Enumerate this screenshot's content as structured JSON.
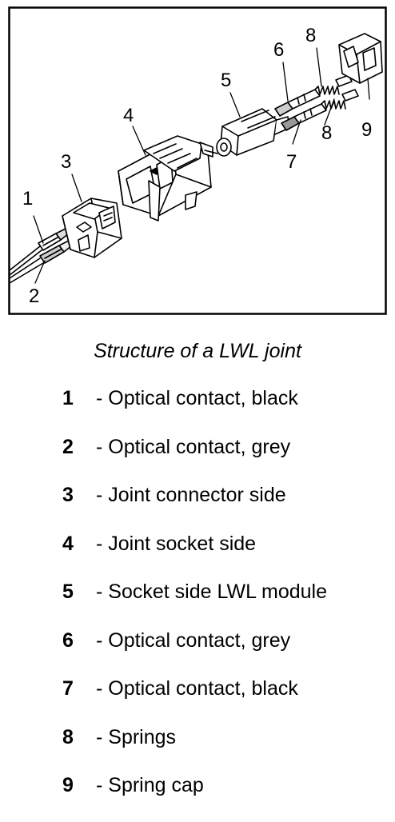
{
  "figure": {
    "callouts": [
      "1",
      "2",
      "3",
      "4",
      "5",
      "6",
      "7",
      "8",
      "8",
      "9"
    ]
  },
  "caption": "Structure of a LWL joint",
  "legend": [
    {
      "num": "1",
      "text": "- Optical contact, black"
    },
    {
      "num": "2",
      "text": "- Optical contact, grey"
    },
    {
      "num": "3",
      "text": "- Joint connector side"
    },
    {
      "num": "4",
      "text": "- Joint socket side"
    },
    {
      "num": "5",
      "text": "- Socket side LWL module"
    },
    {
      "num": "6",
      "text": "- Optical contact, grey"
    },
    {
      "num": "7",
      "text": "- Optical contact, black"
    },
    {
      "num": "8",
      "text": "- Springs"
    },
    {
      "num": "9",
      "text": "- Spring cap"
    }
  ]
}
